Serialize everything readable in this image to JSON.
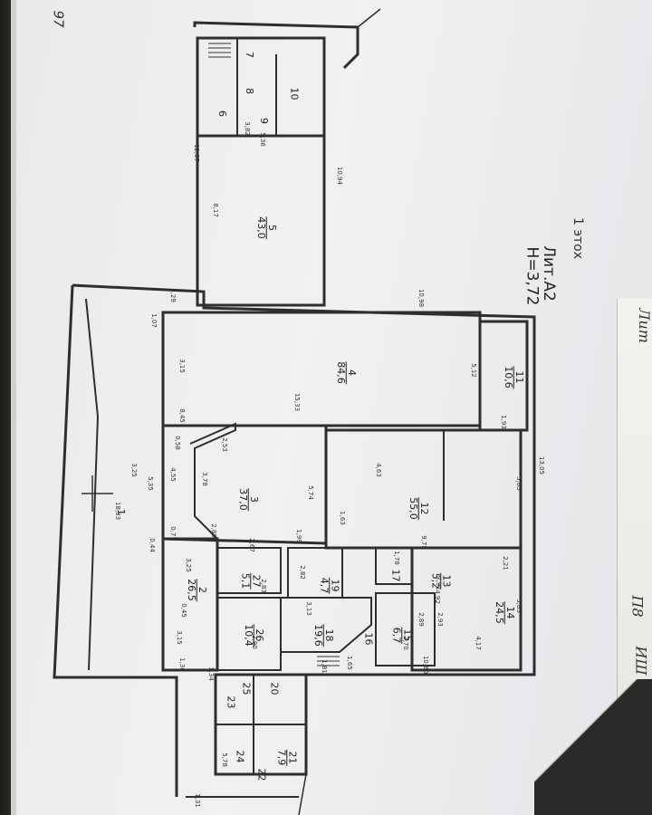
{
  "sheet": {
    "page_number": "97",
    "floor_label": "1 этох",
    "letter_label": "Лит.А2",
    "height_label": "H=3,72"
  },
  "rooms": [
    {
      "id": "room-1",
      "number": "1",
      "area": ""
    },
    {
      "id": "room-2",
      "number": "2",
      "area": "26,5"
    },
    {
      "id": "room-3",
      "number": "3",
      "area": "37,0"
    },
    {
      "id": "room-4",
      "number": "4",
      "area": "84,6"
    },
    {
      "id": "room-5",
      "number": "5",
      "area": "43,0"
    },
    {
      "id": "room-6",
      "number": "6",
      "area": ""
    },
    {
      "id": "room-7",
      "number": "7",
      "area": ""
    },
    {
      "id": "room-8",
      "number": "8",
      "area": ""
    },
    {
      "id": "room-9",
      "number": "9",
      "area": ""
    },
    {
      "id": "room-10",
      "number": "10",
      "area": ""
    },
    {
      "id": "room-11",
      "number": "11",
      "area": "10,6"
    },
    {
      "id": "room-12",
      "number": "12",
      "area": "55,0"
    },
    {
      "id": "room-13",
      "number": "13",
      "area": "5,2"
    },
    {
      "id": "room-14",
      "number": "14",
      "area": "24,5"
    },
    {
      "id": "room-15",
      "number": "15",
      "area": "6,7"
    },
    {
      "id": "room-16",
      "number": "16",
      "area": ""
    },
    {
      "id": "room-17",
      "number": "17",
      "area": ""
    },
    {
      "id": "room-18",
      "number": "18",
      "area": "19,6"
    },
    {
      "id": "room-19",
      "number": "19",
      "area": "4,7"
    },
    {
      "id": "room-20",
      "number": "20",
      "area": ""
    },
    {
      "id": "room-21",
      "number": "21",
      "area": "7,9"
    },
    {
      "id": "room-22",
      "number": "22",
      "area": ""
    },
    {
      "id": "room-23",
      "number": "23",
      "area": ""
    },
    {
      "id": "room-24",
      "number": "24",
      "area": ""
    },
    {
      "id": "room-25",
      "number": "25",
      "area": ""
    },
    {
      "id": "room-26",
      "number": "26",
      "area": "10,4"
    },
    {
      "id": "room-27",
      "number": "27",
      "area": "5,1"
    }
  ],
  "dimensions": [
    "18,33",
    "3,25",
    "5,35",
    "1,07",
    "2,29",
    "3,15",
    "8,45",
    "0,58",
    "4,55",
    "0,77",
    "0,44",
    "3,25",
    "0,45",
    "3,15",
    "1,36",
    "1,34",
    "5,78",
    "1,31",
    "12,07",
    "8,17",
    "5,36",
    "3,82",
    "10,94",
    "10,98",
    "5,12",
    "15,33",
    "1,93",
    "13,05",
    "5,83",
    "5,74",
    "3,78",
    "2,53",
    "2,89",
    "2,67",
    "1,99",
    "1,63",
    "4,63",
    "9,75",
    "2,21",
    "5,83",
    "4,17",
    "10,80",
    "2,70",
    "2,93",
    "1,65",
    "1,81",
    "2,90",
    "3,13",
    "2,83",
    "2,82",
    "4,92",
    "2,89",
    "2,91",
    "1,78"
  ],
  "annotations": {
    "margin_left_scribble": "",
    "right_scraps": [
      "Лит",
      "П8",
      "ИШ"
    ]
  }
}
